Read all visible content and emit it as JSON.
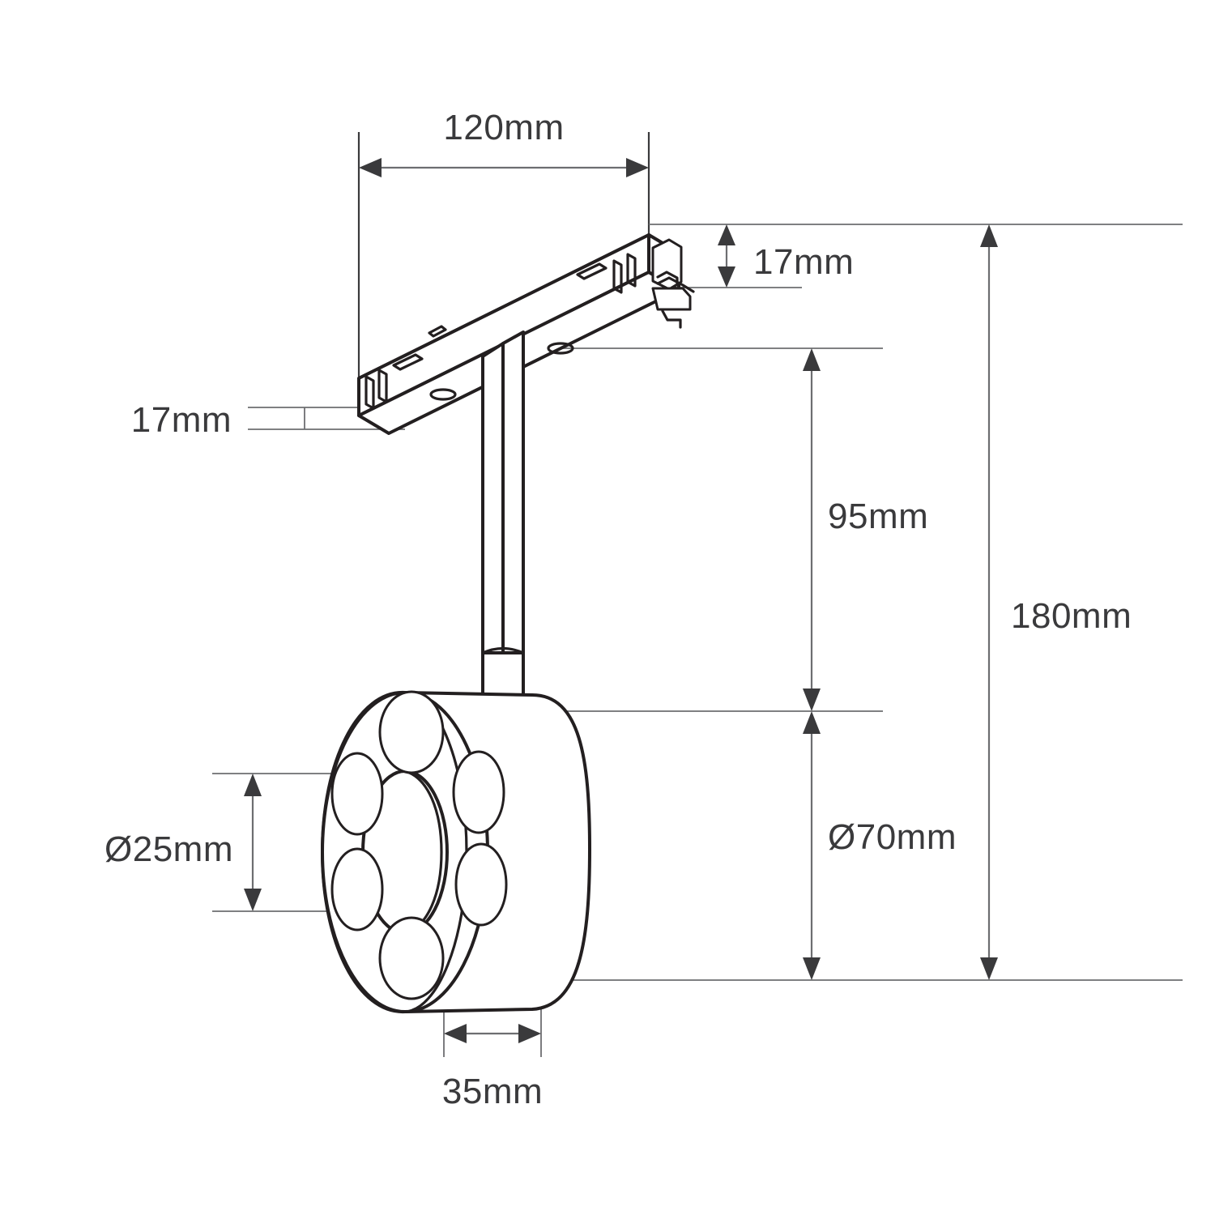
{
  "drawing": {
    "title": "Magnetic track spotlight dimensional drawing",
    "units": "mm",
    "line_color": "#231f20",
    "dimension_color": "#3a3a3c",
    "extension_color": "#6d6e71",
    "background": "#ffffff"
  },
  "dimensions": {
    "track_length": "120mm",
    "track_height_right": "17mm",
    "track_height_left": "17mm",
    "stem_drop": "95mm",
    "total_height": "180mm",
    "head_diameter": "Ø70mm",
    "lens_diameter": "Ø25mm",
    "head_depth": "35mm"
  },
  "components": {
    "track_bar": "magnetic-track-bar",
    "connector": "track-end-connector",
    "stem": "vertical-stem-arm",
    "joint": "stem-collar-joint",
    "head": "round-light-head",
    "lens_count": 6,
    "center_lens": "center-reflector"
  }
}
